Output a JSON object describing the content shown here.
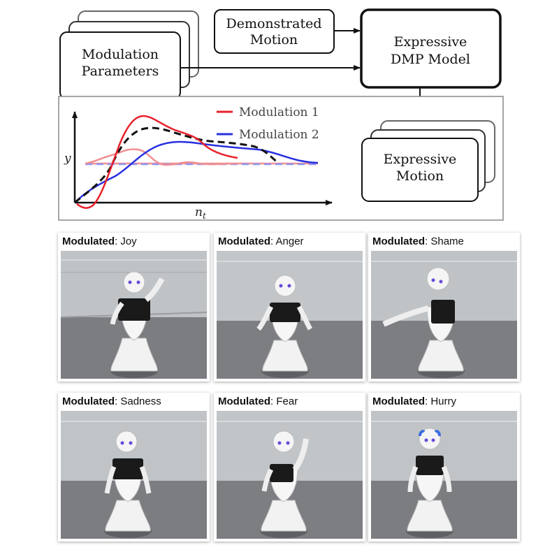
{
  "diagram": {
    "modulation_parameters": [
      "Modulation",
      "Parameters"
    ],
    "demonstrated_motion": [
      "Demonstrated",
      "Motion"
    ],
    "expressive_dmp_model": [
      "Expressive",
      "DMP Model"
    ],
    "expressive_motion": [
      "Expressive",
      "Motion"
    ],
    "legend": [
      "Modulation 1",
      "Modulation 2"
    ],
    "y_label": "y",
    "x_label": "n",
    "x_label_subscript": "t",
    "colors": {
      "modulation_1": "#e8202a",
      "modulation_2": "#2830e0",
      "demonstrated": "#111111"
    }
  },
  "panels": [
    {
      "label": "Modulated",
      "emotion": "Joy"
    },
    {
      "label": "Modulated",
      "emotion": "Anger"
    },
    {
      "label": "Modulated",
      "emotion": "Shame"
    },
    {
      "label": "Modulated",
      "emotion": "Sadness"
    },
    {
      "label": "Modulated",
      "emotion": "Fear"
    },
    {
      "label": "Modulated",
      "emotion": "Hurry"
    }
  ]
}
